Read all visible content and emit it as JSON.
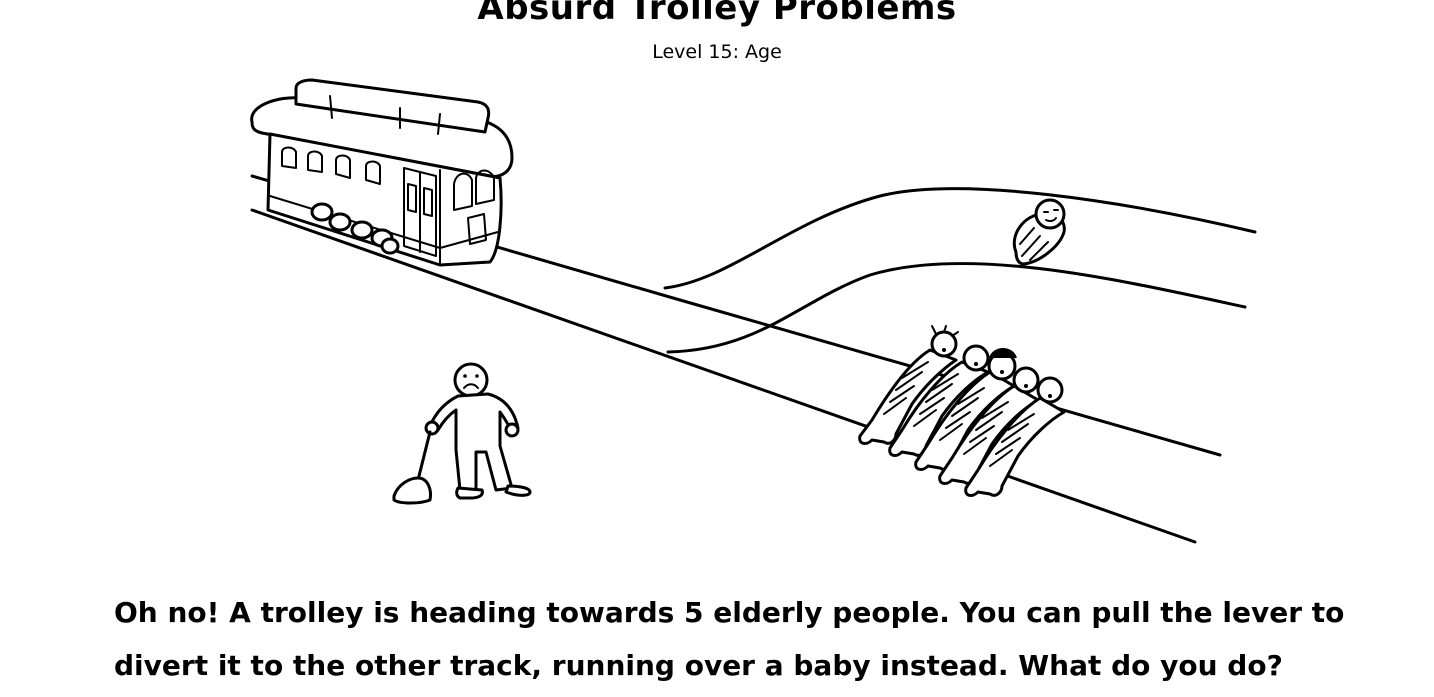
{
  "game": {
    "title": "Absurd Trolley Problems",
    "level": "Level 15: Age"
  },
  "scenario": {
    "question": "Oh no! A trolley is heading towards 5 elderly people. You can pull the lever to divert it to the other track, running over a baby instead. What do you do?"
  },
  "colors": {
    "ink": "#000000",
    "background": "#ffffff"
  }
}
